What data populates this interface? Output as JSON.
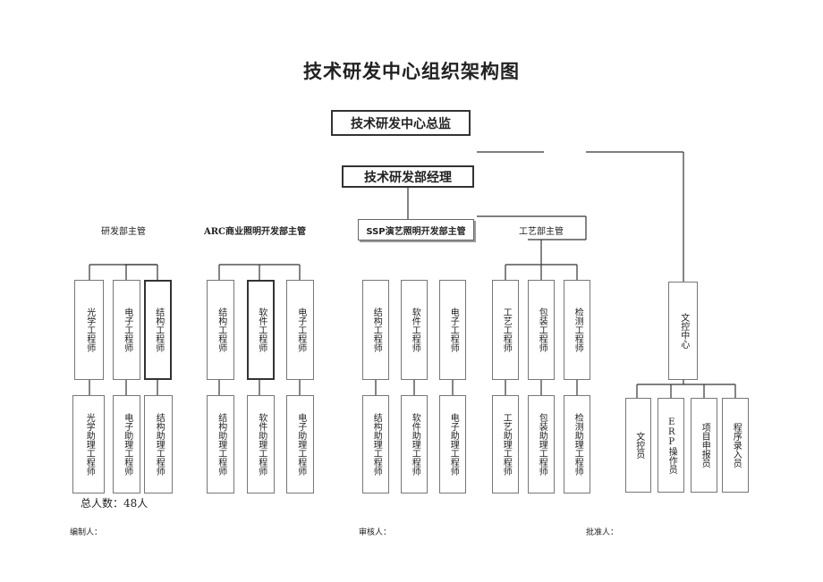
{
  "title": "技术研发中心组织架构图",
  "director": "技术研发中心总监",
  "manager": "技术研发部经理",
  "groups": [
    {
      "label": "研发部主管",
      "top_roles": [
        "光学工程师",
        "电子工程师",
        "结构工程师"
      ],
      "assist_roles": [
        "光学助理工程师",
        "电子助理工程师",
        "结构助理工程师"
      ]
    },
    {
      "label": "ARC商业照明开发部主管",
      "top_roles": [
        "结构工程师",
        "软件工程师",
        "电子工程师"
      ],
      "assist_roles": [
        "结构助理工程师",
        "软件助理工程师",
        "电子助理工程师"
      ]
    },
    {
      "label": "SSP演艺照明开发部主管",
      "top_roles": [
        "结构工程师",
        "软件工程师",
        "电子工程师"
      ],
      "assist_roles": [
        "结构助理工程师",
        "软件助理工程师",
        "电子助理工程师"
      ]
    },
    {
      "label": "工艺部主管",
      "top_roles": [
        "工艺工程师",
        "包装工程师",
        "检测工程师"
      ],
      "assist_roles": [
        "工艺助理工程师",
        "包装助理工程师",
        "检测助理工程师"
      ]
    }
  ],
  "doc_center": {
    "label": "文控中心",
    "staff": [
      "文控员",
      "ERP操作员",
      "项目申报员",
      "程序录入员"
    ]
  },
  "total": "总人数：48人",
  "footer": {
    "prepared": "编制人：",
    "reviewed": "审核人：",
    "approved": "批准人："
  }
}
